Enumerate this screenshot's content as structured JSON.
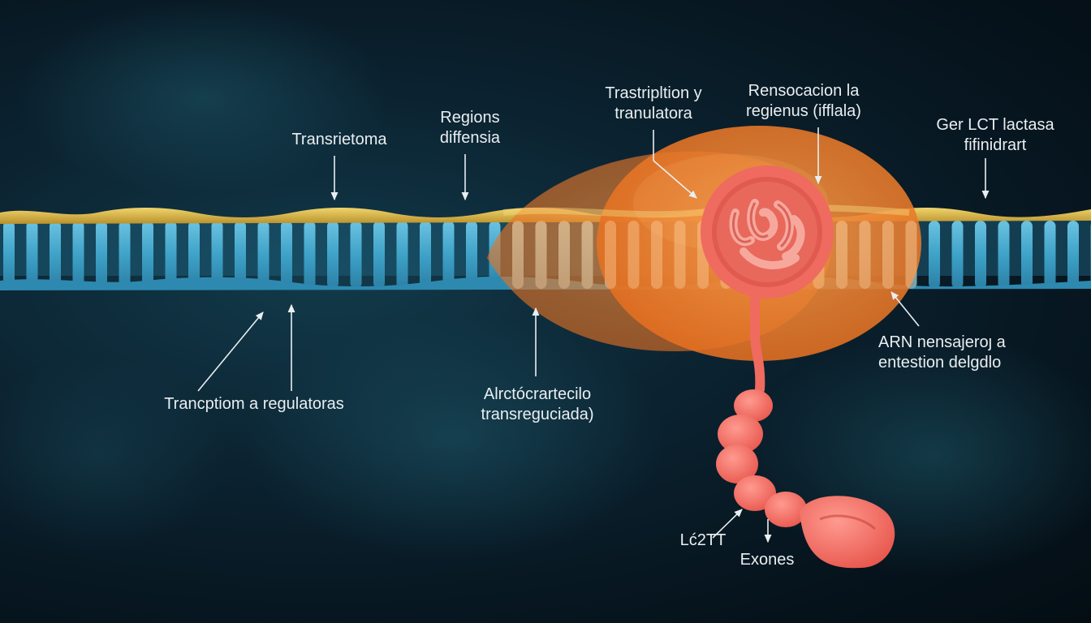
{
  "colors": {
    "background": "#0b2230",
    "dna_rungs": "#3fa2c8",
    "dna_backbone": "#d9b64a",
    "enzyme_complex": "#f07a2c",
    "rna_molecule": "#f1695f",
    "label_text": "#e9eef1"
  },
  "labels": {
    "transcriptome": "Transrietoma",
    "regions_line1": "Regions",
    "regions_line2": "diffensia",
    "trascription_line1": "Trastripltion y",
    "trascription_line2": "tranulatora",
    "renovation_line1": "Rensocacion la",
    "renovation_line2": "regienus (ifflala)",
    "gene_line1": "Ger LCT lactasa",
    "gene_line2": "fifinidrart",
    "regulatory": "Trancptiom a regulatoras",
    "activator_line1": "Alrctócrartecilo",
    "activator_line2": "transreguciada)",
    "mrna_line1": "ARN nensajeroȷ a",
    "mrna_line2": "entestion delgdlo",
    "lc2tt": "Lć2TT",
    "exons": "Exones"
  }
}
